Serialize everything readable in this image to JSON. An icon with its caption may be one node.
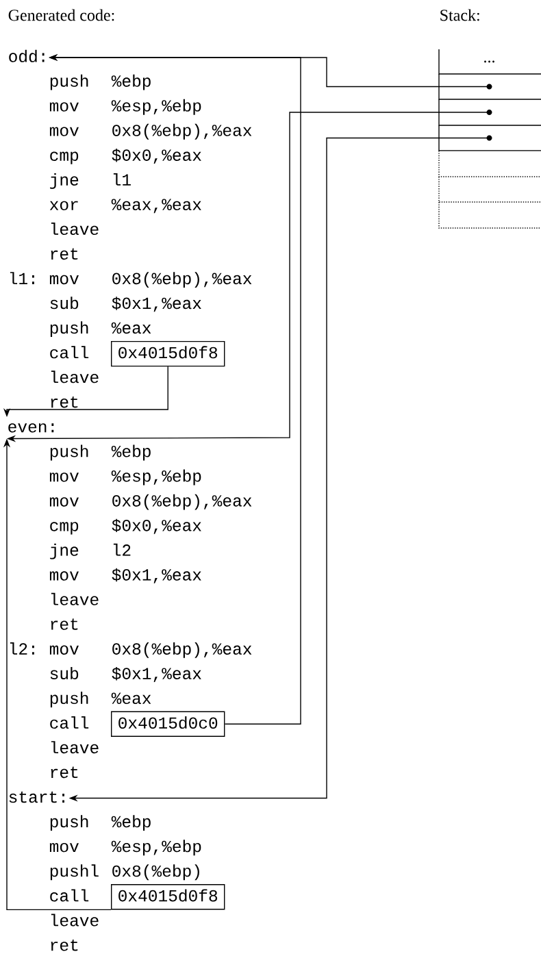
{
  "diagram": {
    "nodes": [
      {
        "text": [
          "odd:"
        ]
      },
      {
        "text": [
          "0x4015d0f8"
        ]
      },
      {
        "text": [
          "even:"
        ]
      },
      {
        "text": [
          "0x4015d0c0"
        ]
      },
      {
        "text": [
          "start:"
        ]
      },
      {
        "text": [
          "0x4015d0f8"
        ]
      },
      {
        "text": [
          "..."
        ]
      },
      {
        "text": [],
        "shape": "box"
      },
      {
        "text": [],
        "shape": "box"
      },
      {
        "text": [],
        "shape": "box"
      },
      {
        "text": [],
        "shape": "box"
      },
      {
        "text": [],
        "shape": "box"
      },
      {
        "text": [],
        "shape": "box"
      }
    ],
    "edges": [
      {
        "from": 1,
        "to": 2,
        "arrow": "to"
      },
      {
        "from": 3,
        "to": 0,
        "arrow": "to"
      },
      {
        "from": 7,
        "to": 0,
        "arrow": "to"
      },
      {
        "from": 8,
        "to": 2,
        "arrow": "to"
      },
      {
        "from": 9,
        "to": 4,
        "arrow": "to"
      },
      {
        "from": 5,
        "to": 2,
        "arrow": "to"
      }
    ],
    "labels": [
      "Generated code:",
      "Stack:",
      "push",
      "%ebp",
      "mov",
      "%esp,%ebp",
      "mov",
      "0x8(%ebp),%eax",
      "cmp",
      "$0x0,%eax",
      "jne",
      "l1",
      "xor",
      "%eax,%eax",
      "leave",
      "ret",
      "l1:",
      "mov",
      "0x8(%ebp),%eax",
      "sub",
      "$0x1,%eax",
      "push",
      "%eax",
      "call",
      "leave",
      "ret",
      "push",
      "%ebp",
      "mov",
      "%esp,%ebp",
      "mov",
      "0x8(%ebp),%eax",
      "cmp",
      "$0x0,%eax",
      "jne",
      "l2",
      "mov",
      "$0x1,%eax",
      "leave",
      "ret",
      "l2:",
      "mov",
      "0x8(%ebp),%eax",
      "sub",
      "$0x1,%eax",
      "push",
      "%eax",
      "call",
      "leave",
      "ret",
      "push",
      "%ebp",
      "mov",
      "%esp,%ebp",
      "pushl",
      "0x8(%ebp)",
      "call",
      "leave",
      "ret"
    ]
  }
}
